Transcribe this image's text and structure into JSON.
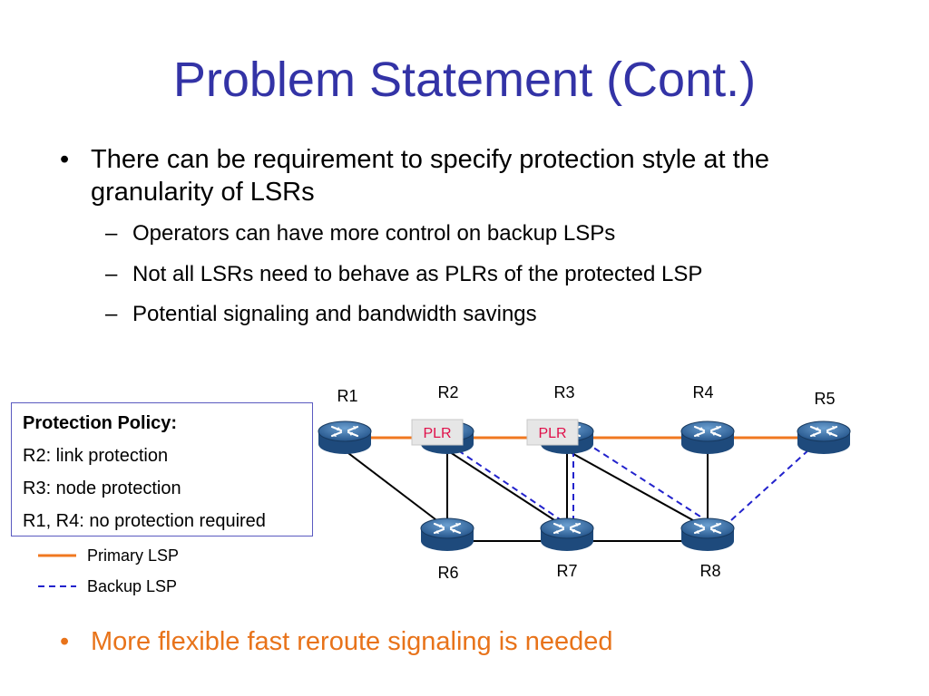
{
  "title": "Problem Statement (Cont.)",
  "bullets": {
    "main": "There can be requirement to specify protection style at the granularity of LSRs",
    "subs": [
      "Operators can have more control on backup LSPs",
      "Not all LSRs need to behave as PLRs of the protected LSP",
      "Potential signaling and bandwidth savings"
    ],
    "conclusion": "More flexible fast reroute signaling is needed",
    "bullet_glyph": "•",
    "dash_glyph": "–"
  },
  "policy": {
    "heading": "Protection Policy:",
    "lines": [
      "R2: link protection",
      "R3: node protection",
      "R1, R4: no protection required"
    ]
  },
  "legend": {
    "primary": "Primary LSP",
    "backup": "Backup LSP"
  },
  "routers": {
    "r1": "R1",
    "r2": "R2",
    "r3": "R3",
    "r4": "R4",
    "r5": "R5",
    "r6": "R6",
    "r7": "R7",
    "r8": "R8"
  },
  "plr_label": "PLR",
  "colors": {
    "title": "#3333a6",
    "primary_lsp": "#f07820",
    "backup_lsp": "#2222cc",
    "plr_text": "#e0104a",
    "router": "#3a6ea5"
  }
}
